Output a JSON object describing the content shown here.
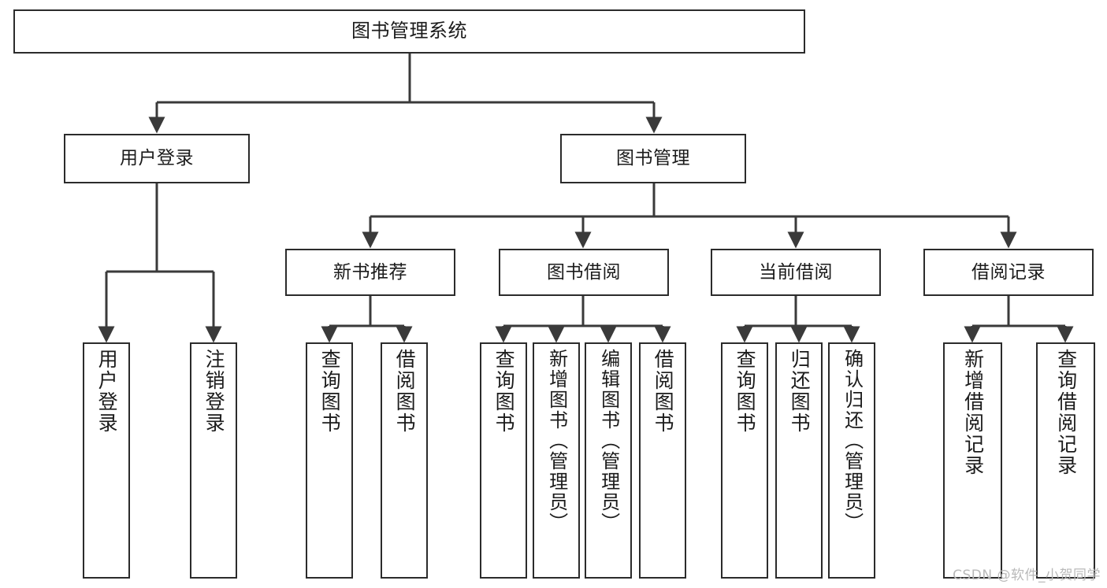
{
  "diagram": {
    "title": "图书管理系统",
    "type": "tree-hierarchy-chart",
    "orientation": "top-down",
    "colors": {
      "box_border": "#2b2b2b",
      "box_fill": "#ffffff",
      "connector": "#3a3a3a",
      "text": "#1b1b1b",
      "watermark": "#b9b9b9",
      "background": "#ffffff"
    }
  },
  "root": {
    "label": "图书管理系统"
  },
  "level2": [
    {
      "label": "用户登录"
    },
    {
      "label": "图书管理"
    }
  ],
  "level3": [
    {
      "label": "新书推荐"
    },
    {
      "label": "图书借阅"
    },
    {
      "label": "当前借阅"
    },
    {
      "label": "借阅记录"
    }
  ],
  "leaves": {
    "user_login": [
      {
        "label": "用户登录"
      },
      {
        "label": "注销登录"
      }
    ],
    "new_book_recommend": [
      {
        "label": "查询图书"
      },
      {
        "label": "借阅图书"
      }
    ],
    "book_borrow": [
      {
        "label": "查询图书"
      },
      {
        "label": "新增图书（管理员）"
      },
      {
        "label": "编辑图书（管理员）"
      },
      {
        "label": "借阅图书"
      }
    ],
    "current_borrow": [
      {
        "label": "查询图书"
      },
      {
        "label": "归还图书"
      },
      {
        "label": "确认归还（管理员）"
      }
    ],
    "borrow_record": [
      {
        "label": "新增借阅记录"
      },
      {
        "label": "查询借阅记录"
      }
    ]
  },
  "watermark": {
    "text": "CSDN @软件_小贺同学"
  }
}
